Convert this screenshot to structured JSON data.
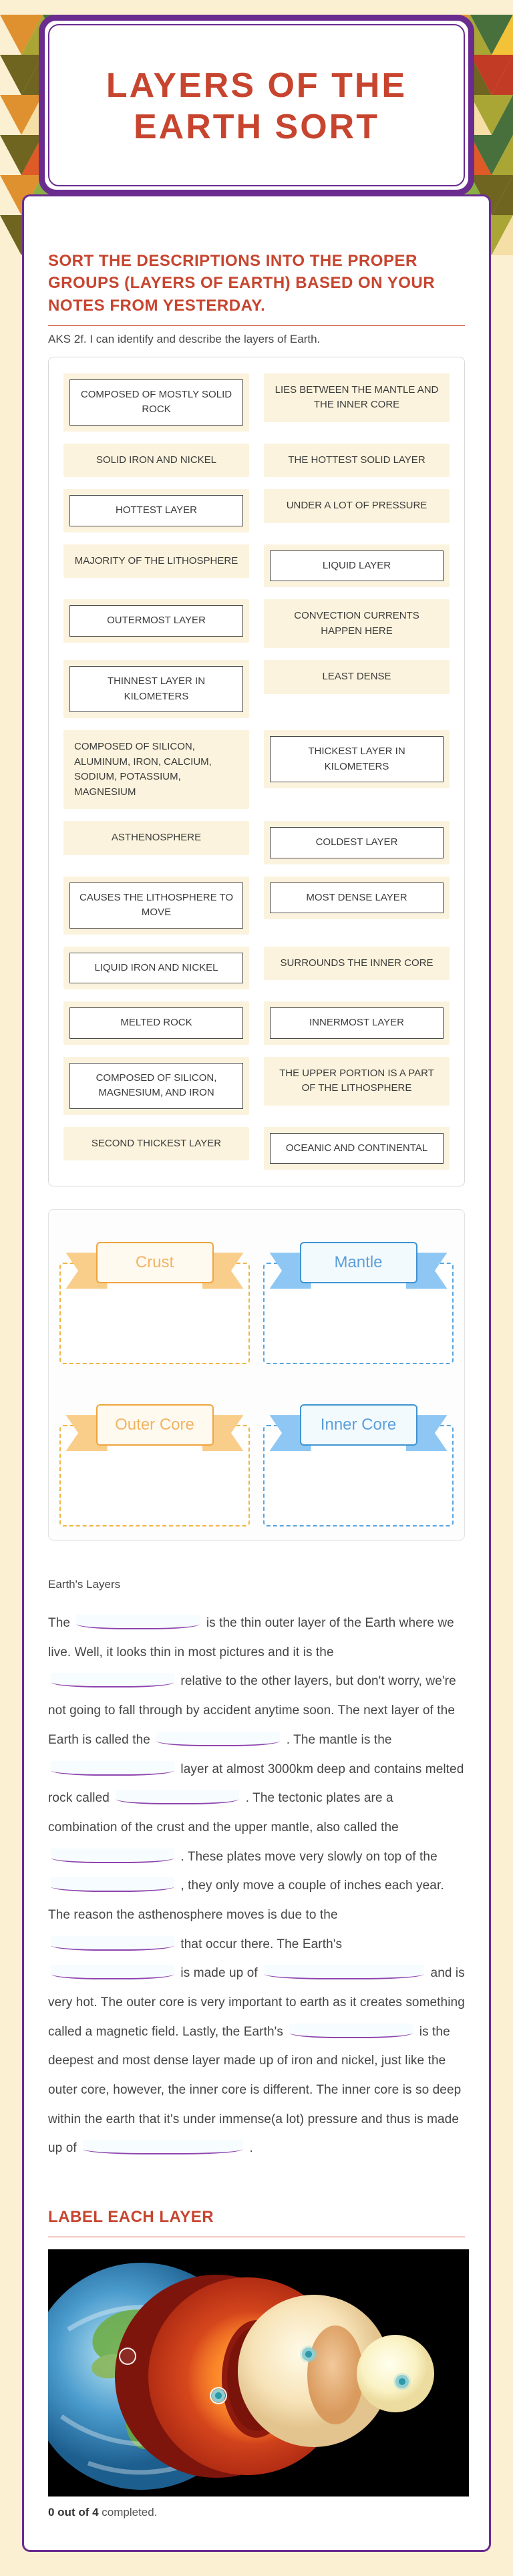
{
  "page": {
    "title": "LAYERS OF THE EARTH SORT"
  },
  "sort": {
    "instructions": "SORT THE DESCRIPTIONS INTO THE PROPER GROUPS (LAYERS OF EARTH) BASED ON YOUR NOTES FROM YESTERDAY.",
    "standard": "AKS 2f. I can identify and describe the layers of Earth.",
    "left": [
      "COMPOSED OF MOSTLY SOLID ROCK",
      "SOLID IRON AND NICKEL",
      "HOTTEST LAYER",
      "MAJORITY OF THE LITHOSPHERE",
      "OUTERMOST LAYER",
      "THINNEST LAYER IN KILOMETERS",
      "COMPOSED OF SILICON, ALUMINUM, IRON, CALCIUM, SODIUM, POTASSIUM, MAGNESIUM",
      "ASTHENOSPHERE",
      "CAUSES THE LITHOSPHERE TO MOVE",
      "LIQUID IRON AND NICKEL",
      "MELTED ROCK",
      "COMPOSED OF SILICON, MAGNESIUM, AND IRON",
      "SECOND THICKEST LAYER"
    ],
    "right": [
      "LIES BETWEEN THE MANTLE AND THE INNER CORE",
      "THE HOTTEST SOLID LAYER",
      "UNDER A LOT OF PRESSURE",
      "LIQUID LAYER",
      "CONVECTION CURRENTS HAPPEN HERE",
      "LEAST DENSE",
      "THICKEST LAYER IN KILOMETERS",
      "COLDEST LAYER",
      "MOST DENSE LAYER",
      "SURROUNDS THE INNER CORE",
      "INNERMOST LAYER",
      "THE UPPER PORTION IS A PART OF THE LITHOSPHERE",
      "OCEANIC AND CONTINENTAL"
    ]
  },
  "zones": {
    "labels": [
      "Crust",
      "Mantle",
      "Outer Core",
      "Inner Core"
    ]
  },
  "fillin": {
    "heading": "Earth's Layers",
    "segments": [
      "The",
      "is the thin outer layer of the Earth where we live. Well, it looks thin in most pictures and it is the",
      "relative to the other layers, but don't worry, we're not going to fall through by accident anytime soon. The next layer of the Earth is called the",
      ". The mantle is the",
      "layer at almost 3000km deep and contains melted rock called",
      ". The tectonic plates are a combination of the crust and the upper mantle, also called the",
      ". These plates move very slowly on top of the",
      ", they only move a couple of inches each year. The reason the asthenosphere moves is due to the",
      "that occur there. The Earth's",
      "is made up of",
      "and is very hot. The outer core is very important to earth as it creates something called a magnetic field. Lastly, the Earth's",
      "is the deepest and most dense layer made up of iron and nickel, just like the outer core, however, the inner core is different. The inner core is so deep within the earth that it's under immense(a lot) pressure and thus is made up of",
      "."
    ]
  },
  "label_section": {
    "heading": "LABEL EACH LAYER"
  },
  "progress": {
    "count": "0 out of 4",
    "suffix": " completed."
  },
  "colors": {
    "accent_purple": "#6a2c8f",
    "heading_red": "#c7452f",
    "tile_cream": "#fbf3dd",
    "page_cream": "#fbf0d2",
    "zone_orange": "#efa43e",
    "zone_blue": "#3f94d2",
    "blank_underline": "#8e44ad",
    "hotspot_teal": "#2e98a6"
  }
}
